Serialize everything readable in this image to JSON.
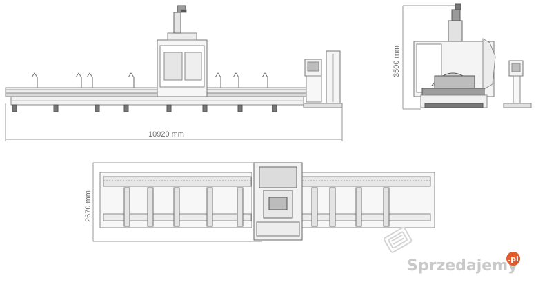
{
  "dimensions": {
    "front_length": "10920 mm",
    "side_height": "3500 mm",
    "top_width": "2670 mm"
  },
  "watermark": {
    "brand": "Sprzedajemy",
    "tld": ".pl"
  },
  "colors": {
    "line": "#8a8a8a",
    "light": "#bdbdbd",
    "dark": "#555555",
    "watermark": "#c9c9c9",
    "badge": "#e05a2a"
  }
}
